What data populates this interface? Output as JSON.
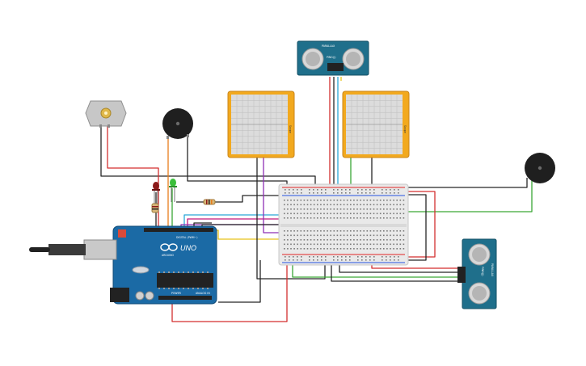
{
  "arduino": {
    "board_label": "UNO",
    "brand_label": "ARDUINO",
    "digital_label": "DIGITAL (PWM~)",
    "power_label": "POWER",
    "analog_label": "ANALOG IN"
  },
  "ultrasonic_top": {
    "pin_label": "PING)))",
    "small_label": "PARALLAX"
  },
  "ultrasonic_right": {
    "pin_label": "PING)))",
    "small_label": "PARALLAX"
  },
  "oscilloscope_left": {
    "label": "Scope"
  },
  "oscilloscope_right": {
    "label": "Scope"
  },
  "colors": {
    "wire_red": "#d32f2f",
    "wire_black": "#262626",
    "wire_green": "#3aa635",
    "wire_blue": "#2aa7d8",
    "wire_purple": "#8e2fb5",
    "wire_yellow": "#e8c21b",
    "wire_orange": "#e87d1b",
    "wire_magenta": "#c2187a",
    "board_blue": "#1b6aa5",
    "scope_orange": "#f2a91e",
    "sensor_teal": "#1f6f8b"
  }
}
